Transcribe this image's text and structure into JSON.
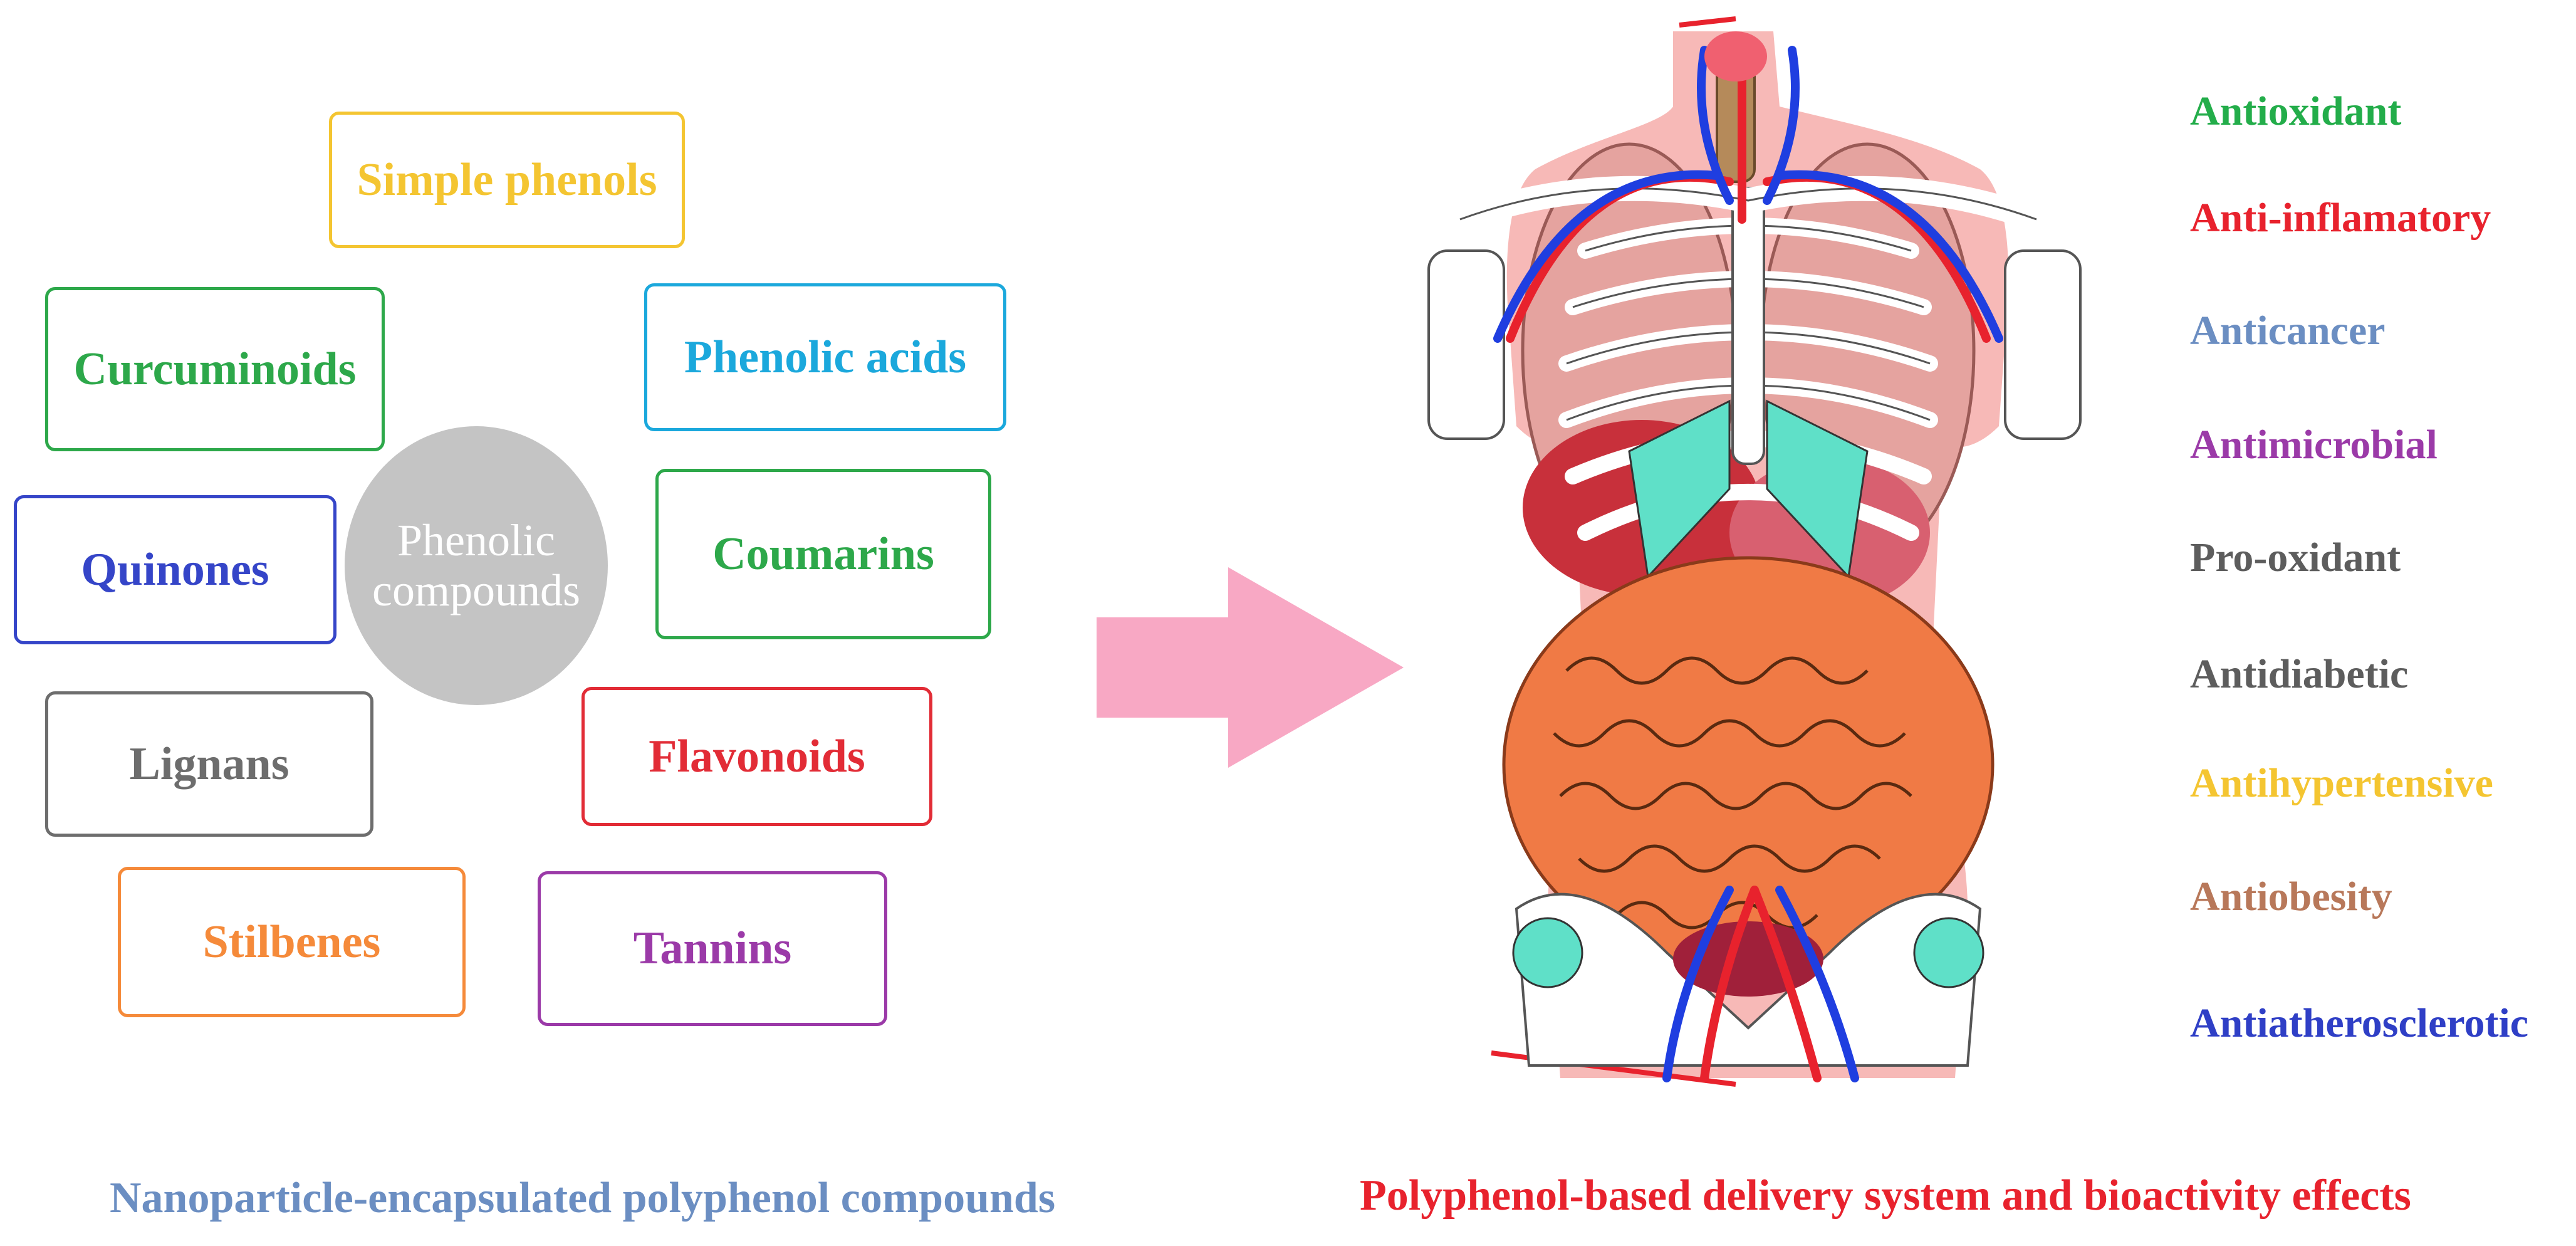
{
  "center": {
    "line1": "Phenolic",
    "line2": "compounds"
  },
  "classes": [
    {
      "label": "Simple phenols",
      "color": "#f4c531"
    },
    {
      "label": "Curcuminoids",
      "color": "#2da84a"
    },
    {
      "label": "Phenolic acids",
      "color": "#1ba8dc"
    },
    {
      "label": "Quinones",
      "color": "#3545c8"
    },
    {
      "label": "Coumarins",
      "color": "#2da84a"
    },
    {
      "label": "Lignans",
      "color": "#6d6d6d"
    },
    {
      "label": "Flavonoids",
      "color": "#e22c36"
    },
    {
      "label": "Stilbenes",
      "color": "#f58a3a"
    },
    {
      "label": "Tannins",
      "color": "#9b3aa8"
    }
  ],
  "effects": [
    {
      "label": "Antioxidant",
      "color": "#23ad4a"
    },
    {
      "label": "Anti-inflamatory",
      "color": "#e8222d"
    },
    {
      "label": "Anticancer",
      "color": "#6b8ec2"
    },
    {
      "label": "Antimicrobial",
      "color": "#9b3aa8"
    },
    {
      "label": "Pro-oxidant",
      "color": "#5d5d5d"
    },
    {
      "label": "Antidiabetic",
      "color": "#5d5d5d"
    },
    {
      "label": "Antihypertensive",
      "color": "#f4c531"
    },
    {
      "label": "Antiobesity",
      "color": "#b8785a"
    },
    {
      "label": "Antiatherosclerotic",
      "color": "#2f3fc6"
    }
  ],
  "captions": {
    "left": "Nanoparticle-encapsulated polyphenol compounds",
    "right": "Polyphenol-based delivery system and bioactivity effects"
  },
  "colors": {
    "arrow": "#f8a8c4",
    "caption_left": "#6b8ec2",
    "caption_right": "#e8222d",
    "circle": "#c4c4c4"
  }
}
